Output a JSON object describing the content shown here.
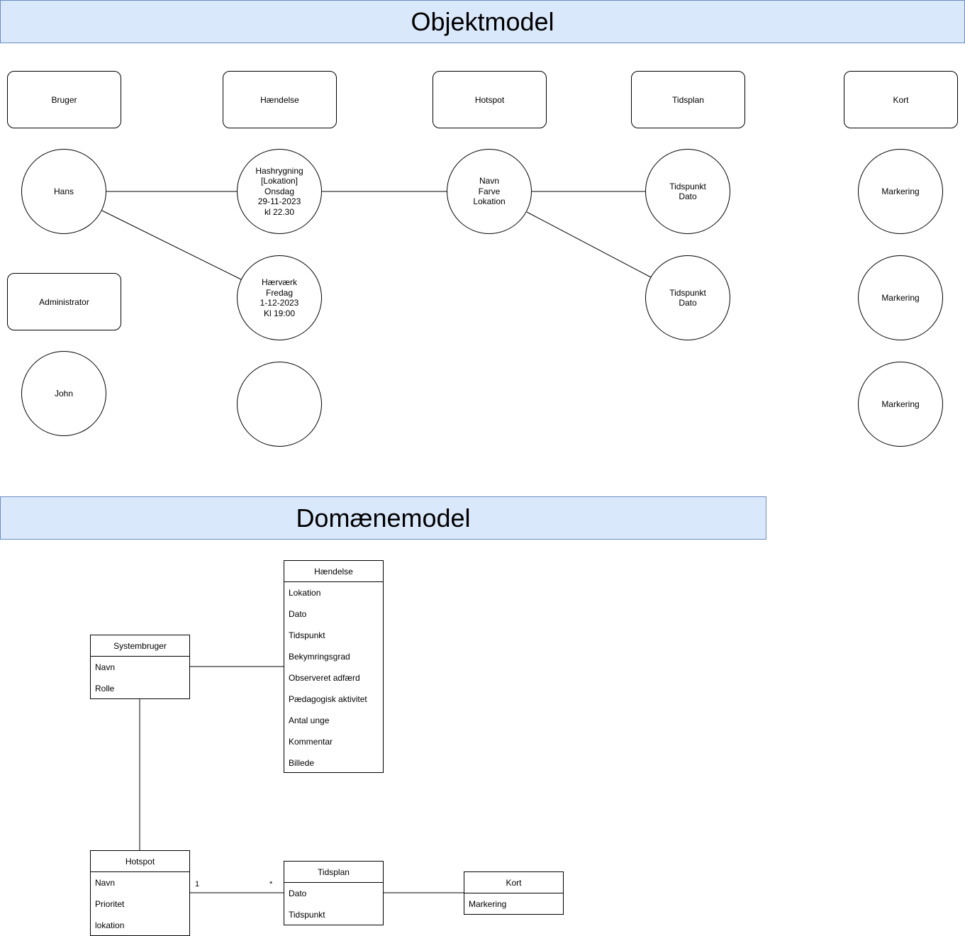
{
  "objektmodel": {
    "title": "Objektmodel",
    "classes": {
      "bruger": "Bruger",
      "haendelse": "Hændelse",
      "hotspot": "Hotspot",
      "tidsplan": "Tidsplan",
      "kort": "Kort",
      "administrator": "Administrator"
    },
    "objects": {
      "hans": [
        "Hans"
      ],
      "john": [
        "John"
      ],
      "hashrygning": [
        "Hashrygning",
        "[Lokation]",
        "Onsdag",
        "29-11-2023",
        "kl 22.30"
      ],
      "haervaerk": [
        "Hærværk",
        "Fredag",
        "1-12-2023",
        "Kl 19:00"
      ],
      "empty": [],
      "hotspot": [
        "Navn",
        "Farve",
        "Lokation"
      ],
      "tidsplan1": [
        "Tidspunkt",
        "Dato"
      ],
      "tidsplan2": [
        "Tidspunkt",
        "Dato"
      ],
      "markering1": [
        "Markering"
      ],
      "markering2": [
        "Markering"
      ],
      "markering3": [
        "Markering"
      ]
    }
  },
  "domaenemodel": {
    "title": "Domænemodel",
    "classes": {
      "haendelse": {
        "name": "Hændelse",
        "attributes": [
          "Lokation",
          "Dato",
          "Tidspunkt",
          "Bekymringsgrad",
          "Observeret adfærd",
          "Pædagogisk aktivitet",
          "Antal unge",
          "Kommentar",
          "Billede"
        ]
      },
      "systembruger": {
        "name": "Systembruger",
        "attributes": [
          "Navn",
          "Rolle"
        ]
      },
      "hotspot": {
        "name": "Hotspot",
        "attributes": [
          "Navn",
          "Prioritet",
          "lokation"
        ]
      },
      "tidsplan": {
        "name": "Tidsplan",
        "attributes": [
          "Dato",
          "Tidspunkt"
        ]
      },
      "kort": {
        "name": "Kort",
        "attributes": [
          "Markering"
        ]
      }
    },
    "multiplicities": {
      "hotspot_side": "1",
      "tidsplan_side": "*"
    }
  }
}
